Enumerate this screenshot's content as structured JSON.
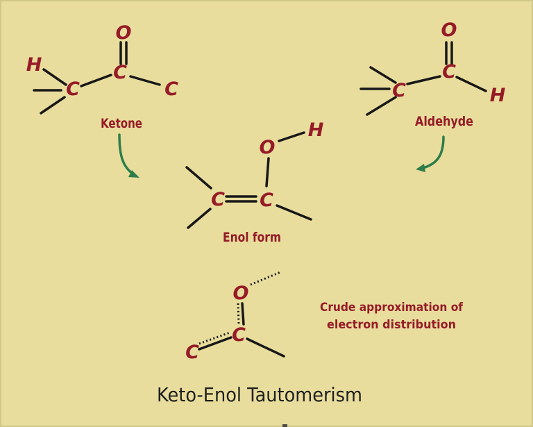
{
  "colors": {
    "background": "#e8dd9c",
    "edge_shade": "#cfc687",
    "atom_red": "#961b28",
    "bond_black": "#181818",
    "arrow_green": "#2e7d4b",
    "title_black": "#1f1f1f"
  },
  "icons": {
    "ketone_arrow": "curved-arrow-down-right",
    "aldehyde_arrow": "curved-arrow-down-left"
  },
  "ketone": {
    "label": "Ketone",
    "atom_h": "H",
    "atom_c_alpha": "C",
    "atom_c_carbonyl": "C",
    "atom_o": "O",
    "atom_c_right": "C"
  },
  "aldehyde": {
    "label": "Aldehyde",
    "atom_o": "O",
    "atom_c_carbonyl": "C",
    "atom_c_alpha": "C",
    "atom_h": "H"
  },
  "enol": {
    "label": "Enol form",
    "atom_h": "H",
    "atom_o": "O",
    "atom_c_left": "C",
    "atom_c_right": "C"
  },
  "resonance": {
    "caption_line1": "Crude approximation of",
    "caption_line2": "electron distribution",
    "atom_o": "O",
    "atom_c_center": "C",
    "atom_c_left": "C"
  },
  "title": "Keto-Enol Tautomerism"
}
